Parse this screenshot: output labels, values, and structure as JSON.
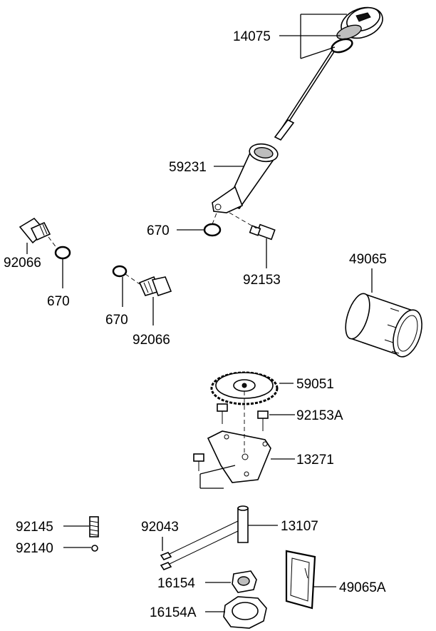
{
  "labels": {
    "dipstick": "14075",
    "dipstick_tube": "59231",
    "tube_oring": "670",
    "tube_bolt": "92153",
    "oil_filter": "49065",
    "drain_plug_left": "92066",
    "drain_oring_left": "670",
    "drain_oring_right": "670",
    "drain_plug_right": "92066",
    "pump_gear": "59051",
    "pump_bolt_a": "92153A",
    "pump_cover": "13271",
    "spring": "92145",
    "ball": "92140",
    "pins": "92043",
    "pump_shaft": "13107",
    "inner_rotor": "16154",
    "outer_rotor": "16154A",
    "gasket": "49065A"
  }
}
